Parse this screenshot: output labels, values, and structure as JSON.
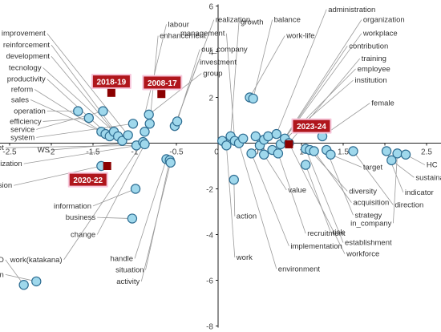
{
  "chart_data": {
    "type": "scatter",
    "title": "",
    "xlabel": "",
    "ylabel": "",
    "xlim": [
      -2.55,
      2.6
    ],
    "ylim": [
      -8,
      6
    ],
    "grid": false,
    "x_ticks": [
      {
        "value": -2.5,
        "label": "-2.5"
      },
      {
        "value": -2,
        "label": "-2"
      },
      {
        "value": -1.5,
        "label": "-1.5"
      },
      {
        "value": -1,
        "label": "-1"
      },
      {
        "value": -0.5,
        "label": "-0.5"
      },
      {
        "value": 0,
        "label": "0"
      },
      {
        "value": 0.5,
        "label": "0.5"
      },
      {
        "value": 1,
        "label": "1"
      },
      {
        "value": 1.5,
        "label": "1.5"
      },
      {
        "value": 2,
        "label": "2"
      },
      {
        "value": 2.5,
        "label": "2.5"
      }
    ],
    "y_ticks": [
      {
        "value": 6,
        "label": "6"
      },
      {
        "value": 4,
        "label": "4"
      },
      {
        "value": 2,
        "label": "2"
      },
      {
        "value": 0,
        "label": "0"
      },
      {
        "value": -2,
        "label": "-2"
      },
      {
        "value": -4,
        "label": "-4"
      },
      {
        "value": -6,
        "label": "-6"
      },
      {
        "value": -8,
        "label": "-8"
      }
    ],
    "colors": {
      "point_fill": "#9fd8ec",
      "point_stroke": "#2e6d92",
      "leader": "#9a9a9a",
      "axis": "#222222",
      "period_fill": "#b0161c",
      "period_marker": "#8b0000"
    },
    "points": [
      {
        "x": -1.68,
        "y": 1.4
      },
      {
        "x": -1.55,
        "y": 1.1
      },
      {
        "x": -1.38,
        "y": 1.4
      },
      {
        "x": -1.4,
        "y": 0.5
      },
      {
        "x": -1.35,
        "y": 0.4
      },
      {
        "x": -1.3,
        "y": 0.3
      },
      {
        "x": -1.25,
        "y": 0.5
      },
      {
        "x": -1.2,
        "y": 0.3
      },
      {
        "x": -1.15,
        "y": 0.1
      },
      {
        "x": -1.08,
        "y": 0.35
      },
      {
        "x": -1.02,
        "y": 0.85
      },
      {
        "x": -0.98,
        "y": -0.1
      },
      {
        "x": -0.83,
        "y": 1.25
      },
      {
        "x": -0.82,
        "y": 0.85
      },
      {
        "x": -0.88,
        "y": 0.5
      },
      {
        "x": -0.9,
        "y": 0.05
      },
      {
        "x": -0.88,
        "y": -0.05
      },
      {
        "x": -0.52,
        "y": 0.75
      },
      {
        "x": -0.49,
        "y": 0.95
      },
      {
        "x": -1.4,
        "y": -1.0
      },
      {
        "x": -0.99,
        "y": -2.0
      },
      {
        "x": -1.03,
        "y": -3.3
      },
      {
        "x": -0.62,
        "y": -0.7
      },
      {
        "x": -0.58,
        "y": -0.75
      },
      {
        "x": -0.57,
        "y": -0.85
      },
      {
        "x": -2.33,
        "y": -6.2
      },
      {
        "x": -2.18,
        "y": -6.05
      },
      {
        "x": 0.05,
        "y": 0.1
      },
      {
        "x": 0.1,
        "y": -0.1
      },
      {
        "x": 0.15,
        "y": 0.3
      },
      {
        "x": 0.2,
        "y": 0.1
      },
      {
        "x": 0.25,
        "y": 0.0
      },
      {
        "x": 0.3,
        "y": 0.2
      },
      {
        "x": 0.38,
        "y": 2.0
      },
      {
        "x": 0.42,
        "y": 1.95
      },
      {
        "x": 0.45,
        "y": 0.3
      },
      {
        "x": 0.5,
        "y": -0.1
      },
      {
        "x": 0.55,
        "y": 0.15
      },
      {
        "x": 0.6,
        "y": 0.3
      },
      {
        "x": 0.65,
        "y": -0.3
      },
      {
        "x": 0.7,
        "y": 0.4
      },
      {
        "x": 0.75,
        "y": -0.05
      },
      {
        "x": 0.8,
        "y": 0.2
      },
      {
        "x": 0.85,
        "y": 0.0
      },
      {
        "x": 0.4,
        "y": -0.45
      },
      {
        "x": 0.55,
        "y": -0.5
      },
      {
        "x": 0.72,
        "y": -0.45
      },
      {
        "x": 0.19,
        "y": -1.6
      },
      {
        "x": 1.05,
        "y": -0.25
      },
      {
        "x": 1.1,
        "y": -0.3
      },
      {
        "x": 1.15,
        "y": -0.35
      },
      {
        "x": 1.05,
        "y": -0.95
      },
      {
        "x": 1.25,
        "y": 0.3
      },
      {
        "x": 1.3,
        "y": -0.3
      },
      {
        "x": 1.35,
        "y": -0.5
      },
      {
        "x": 1.62,
        "y": -0.35
      },
      {
        "x": 2.02,
        "y": -0.35
      },
      {
        "x": 2.08,
        "y": -0.75
      },
      {
        "x": 2.15,
        "y": -0.45
      },
      {
        "x": 2.25,
        "y": -0.5
      }
    ],
    "word_labels": [
      {
        "text": "labour",
        "x": -0.62,
        "y": 5.2,
        "px": -0.88,
        "py": 1.25
      },
      {
        "text": "realization",
        "x": -0.05,
        "y": 5.4,
        "px": -0.5,
        "py": 0.95
      },
      {
        "text": "growth",
        "x": 0.25,
        "y": 5.3,
        "px": 0.15,
        "py": 0.3
      },
      {
        "text": "balance",
        "x": 0.65,
        "y": 5.4,
        "px": 0.42,
        "py": 1.95
      },
      {
        "text": "administration",
        "x": 1.3,
        "y": 5.85,
        "px": 0.7,
        "py": 0.4
      },
      {
        "text": "organization",
        "x": 1.72,
        "y": 5.4,
        "px": 0.75,
        "py": -0.05
      },
      {
        "text": "management",
        "x": 0.1,
        "y": 4.8,
        "px": 0.2,
        "py": 0.1
      },
      {
        "text": "enhancement",
        "x": -0.72,
        "y": 4.7,
        "px": -0.82,
        "py": 0.85
      },
      {
        "text": "work-life",
        "x": 0.8,
        "y": 4.7,
        "px": 0.38,
        "py": 2.0
      },
      {
        "text": "workplace",
        "x": 1.72,
        "y": 4.8,
        "px": 0.8,
        "py": 0.2
      },
      {
        "text": "improvement",
        "x": -2.05,
        "y": 4.8,
        "px": -1.08,
        "py": 0.35
      },
      {
        "text": "reinforcement",
        "x": -2.0,
        "y": 4.3,
        "px": -1.15,
        "py": 0.1
      },
      {
        "text": "development",
        "x": -2.0,
        "y": 3.8,
        "px": -1.2,
        "py": 0.3
      },
      {
        "text": "tecnology",
        "x": -2.1,
        "y": 3.3,
        "px": -1.25,
        "py": 0.5
      },
      {
        "text": "productivity",
        "x": -2.05,
        "y": 2.8,
        "px": -1.3,
        "py": 0.3
      },
      {
        "text": "reform",
        "x": -2.2,
        "y": 2.35,
        "px": -1.35,
        "py": 0.4
      },
      {
        "text": "sales",
        "x": -2.25,
        "y": 1.9,
        "px": -1.4,
        "py": 0.5
      },
      {
        "text": "operation",
        "x": -2.05,
        "y": 1.4,
        "px": -1.68,
        "py": 1.4
      },
      {
        "text": "efficiency",
        "x": -2.1,
        "y": 0.95,
        "px": -1.55,
        "py": 1.1
      },
      {
        "text": "service",
        "x": -2.18,
        "y": 0.6,
        "px": -1.38,
        "py": 1.4
      },
      {
        "text": "system",
        "x": -2.18,
        "y": 0.25,
        "px": -1.02,
        "py": 0.85
      },
      {
        "text": "market",
        "x": -2.55,
        "y": -0.2,
        "px": -0.98,
        "py": -0.1
      },
      {
        "text": "WS",
        "x": -2.0,
        "y": -0.3,
        "px": -0.9,
        "py": 0.05
      },
      {
        "text": "utilization",
        "x": -2.33,
        "y": -0.9,
        "px": -0.88,
        "py": -0.05
      },
      {
        "text": "our_company",
        "x": -0.22,
        "y": 4.1,
        "px": -0.49,
        "py": 0.95
      },
      {
        "text": "investment",
        "x": -0.24,
        "y": 3.55,
        "px": -0.52,
        "py": 0.75
      },
      {
        "text": "group",
        "x": -0.2,
        "y": 3.05,
        "px": -0.83,
        "py": 1.25
      },
      {
        "text": "contribution",
        "x": 1.55,
        "y": 4.25,
        "px": 0.8,
        "py": 0.2
      },
      {
        "text": "training",
        "x": 1.7,
        "y": 3.7,
        "px": 0.85,
        "py": 0.0
      },
      {
        "text": "employee",
        "x": 1.65,
        "y": 3.25,
        "px": 0.75,
        "py": -0.05
      },
      {
        "text": "institution",
        "x": 1.62,
        "y": 2.75,
        "px": 0.65,
        "py": -0.3
      },
      {
        "text": "female",
        "x": 1.82,
        "y": 1.75,
        "px": 1.25,
        "py": 0.3
      },
      {
        "text": "expansion",
        "x": -2.45,
        "y": -1.85,
        "px": -1.4,
        "py": -1.0
      },
      {
        "text": "information",
        "x": -1.5,
        "y": -2.75,
        "px": -0.99,
        "py": -2.0
      },
      {
        "text": "business",
        "x": -1.45,
        "y": -3.25,
        "px": -1.03,
        "py": -3.3
      },
      {
        "text": "change",
        "x": -1.45,
        "y": -4.0,
        "px": -0.88,
        "py": -0.05
      },
      {
        "text": "work(katakana)",
        "x": -1.85,
        "y": -5.1,
        "px": -0.9,
        "py": 0.05
      },
      {
        "text": "handle",
        "x": -1.0,
        "y": -5.05,
        "px": -0.62,
        "py": -0.7
      },
      {
        "text": "situation",
        "x": -0.87,
        "y": -5.55,
        "px": -0.58,
        "py": -0.75
      },
      {
        "text": "activity",
        "x": -0.92,
        "y": -6.05,
        "px": -0.57,
        "py": -0.85
      },
      {
        "text": "COVID",
        "x": -2.55,
        "y": -5.1,
        "px": -2.33,
        "py": -6.2
      },
      {
        "text": "infection",
        "x": -2.55,
        "y": -5.75,
        "px": -2.18,
        "py": -6.05
      },
      {
        "text": "target",
        "x": 1.72,
        "y": -1.05,
        "px": 1.35,
        "py": -0.5
      },
      {
        "text": "sustainability",
        "x": 2.35,
        "y": -1.5,
        "px": 2.08,
        "py": -0.75
      },
      {
        "text": "HC",
        "x": 2.48,
        "y": -0.95,
        "px": 2.25,
        "py": -0.5
      },
      {
        "text": "indicator",
        "x": 2.22,
        "y": -2.15,
        "px": 2.02,
        "py": -0.35
      },
      {
        "text": "diversity",
        "x": 1.55,
        "y": -2.1,
        "px": 1.1,
        "py": -0.3
      },
      {
        "text": "acquisition",
        "x": 1.6,
        "y": -2.6,
        "px": 1.15,
        "py": -0.35
      },
      {
        "text": "direction",
        "x": 2.1,
        "y": -2.7,
        "px": 1.62,
        "py": -0.35
      },
      {
        "text": "strategy",
        "x": 1.62,
        "y": -3.15,
        "px": 1.3,
        "py": -0.3
      },
      {
        "text": "in_company",
        "x": 2.1,
        "y": -3.5,
        "px": 2.15,
        "py": -0.45
      },
      {
        "text": "value",
        "x": 0.82,
        "y": -2.05,
        "px": 0.55,
        "py": -0.5
      },
      {
        "text": "action",
        "x": 0.2,
        "y": -3.2,
        "px": 0.19,
        "py": -1.6
      },
      {
        "text": "risk",
        "x": 1.35,
        "y": -3.9,
        "px": 1.05,
        "py": -0.95
      },
      {
        "text": "recruitment",
        "x": 1.05,
        "y": -3.95,
        "px": 0.72,
        "py": -0.45
      },
      {
        "text": "establishment",
        "x": 1.5,
        "y": -4.35,
        "px": 1.05,
        "py": -0.25
      },
      {
        "text": "implementation",
        "x": 0.85,
        "y": -4.5,
        "px": 0.4,
        "py": -0.45
      },
      {
        "text": "workforce",
        "x": 1.52,
        "y": -4.85,
        "px": 0.85,
        "py": 0.0
      },
      {
        "text": "work",
        "x": 0.2,
        "y": -5.0,
        "px": 0.1,
        "py": -0.1
      },
      {
        "text": "environment",
        "x": 0.7,
        "y": -5.5,
        "px": 0.25,
        "py": 0.0
      }
    ],
    "period_labels": [
      {
        "text": "2018-19",
        "x": -1.28,
        "y": 2.7,
        "mx": -1.28,
        "my": 2.2
      },
      {
        "text": "2008-17",
        "x": -0.67,
        "y": 2.65,
        "mx": -0.68,
        "my": 2.15
      },
      {
        "text": "2023-24",
        "x": 1.12,
        "y": 0.75,
        "mx": 0.85,
        "my": -0.05
      },
      {
        "text": "2020-22",
        "x": -1.56,
        "y": -1.6,
        "mx": -1.33,
        "my": -1.0
      }
    ]
  }
}
